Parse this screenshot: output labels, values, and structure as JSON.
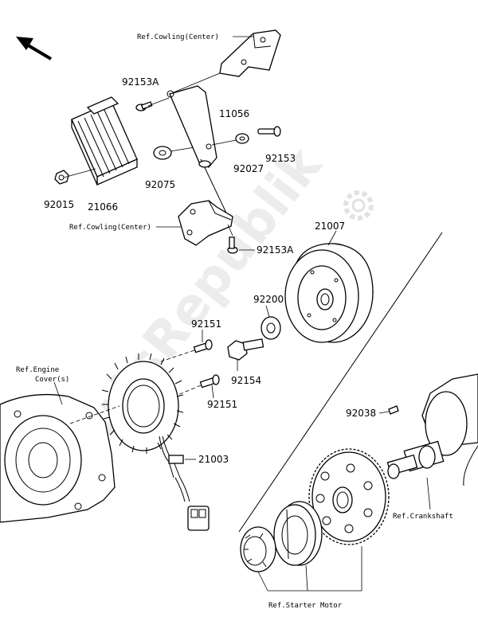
{
  "watermark": "PartsRepublik",
  "part_numbers": {
    "p92153A_top": "92153A",
    "p11056": "11056",
    "p92027": "92027",
    "p92153": "92153",
    "p92015": "92015",
    "p21066": "21066",
    "p92075": "92075",
    "p92153A_bottom": "92153A",
    "p21007": "21007",
    "p92200": "92200",
    "p92151_top": "92151",
    "p92154": "92154",
    "p92151_bottom": "92151",
    "p92038": "92038",
    "p21003": "21003"
  },
  "references": {
    "cowling_top": "Ref.Cowling(Center)",
    "cowling_mid": "Ref.Cowling(Center)",
    "engine_cover_line1": "Ref.Engine",
    "engine_cover_line2": "Cover(s)",
    "crankshaft": "Ref.Crankshaft",
    "starter_motor": "Ref.Starter Motor"
  },
  "icons": [
    "front-direction-arrow-icon",
    "gear-icon"
  ]
}
